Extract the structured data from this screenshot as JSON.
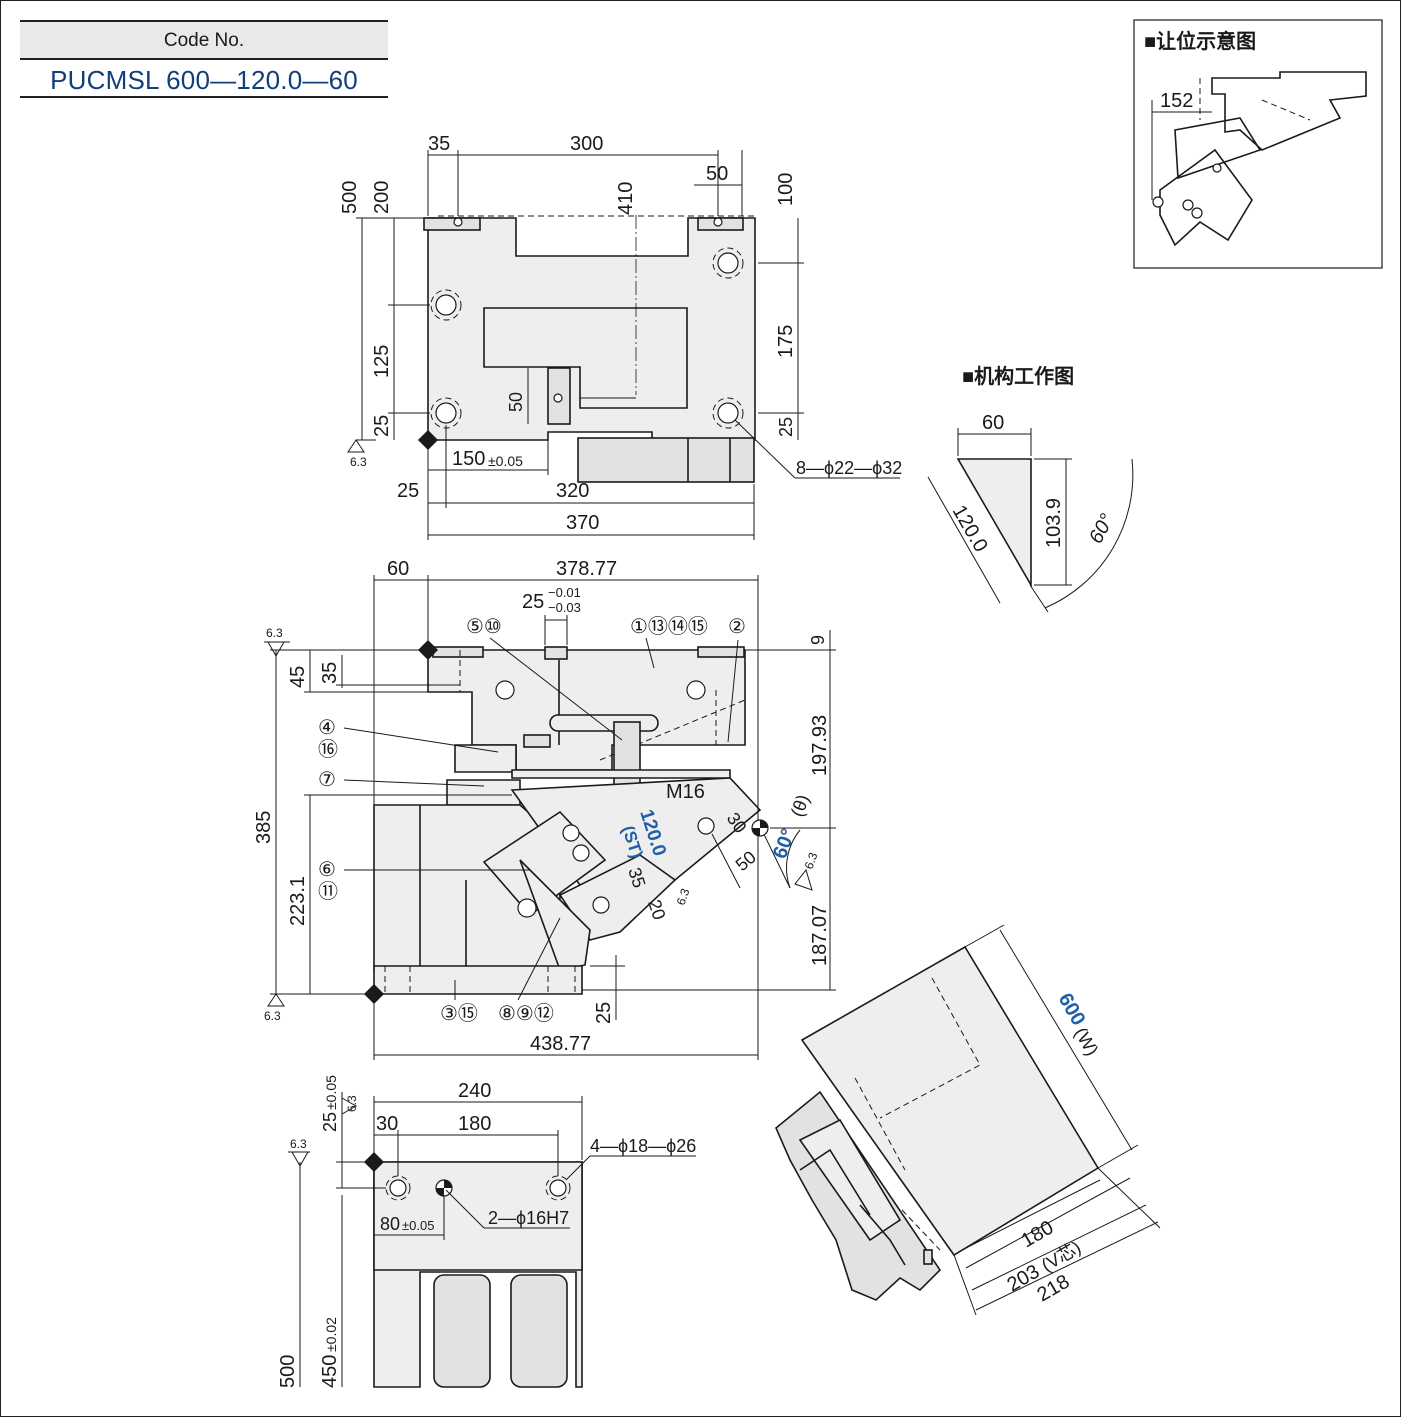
{
  "header": {
    "code_label": "Code No.",
    "code_value": "PUCMSL 600—120.0—60"
  },
  "inset_clearance": {
    "title": "■让位示意图",
    "dim": "152"
  },
  "inset_mechanism": {
    "title": "■机构工作图",
    "dims": {
      "top": "60",
      "slant": "120.0",
      "vertical": "103.9",
      "angle": "60°"
    }
  },
  "top_view": {
    "dims": {
      "d35": "35",
      "d300": "300",
      "d50a": "50",
      "d410": "410",
      "d100": "100",
      "d500": "500",
      "d200": "200",
      "d125": "125",
      "d175": "175",
      "d25l": "25",
      "d25r": "25",
      "d50v": "50",
      "d150": "150",
      "tol150": "±0.05",
      "d25b": "25",
      "d320": "320",
      "d370": "370",
      "holes": "8—ϕ22—ϕ32"
    }
  },
  "front_view": {
    "dims": {
      "d60": "60",
      "d378": "378.77",
      "d25tol": "25",
      "tol_up": "−0.01",
      "tol_dn": "−0.03",
      "d9": "9",
      "d197": "197.93",
      "d45": "45",
      "d35": "35",
      "d385": "385",
      "d223": "223.1",
      "d187": "187.07",
      "d25b": "25",
      "d438": "438.77",
      "m16": "M16",
      "st": "120.0",
      "st_label": "(ST)",
      "ang": "60°",
      "ang_theta": "(θ)",
      "d30": "30",
      "d50": "50",
      "d35s": "35",
      "d20s": "20"
    },
    "balloons": {
      "b5_10": "⑤⑩",
      "b1_13_14_15": "①⑬⑭⑮",
      "b2": "②",
      "b4": "④",
      "b16": "⑯",
      "b7": "⑦",
      "b6": "⑥",
      "b11": "⑪",
      "b3_15": "③⑮",
      "b8_9_12": "⑧⑨⑫"
    },
    "roughness": "6.3"
  },
  "bottom_view": {
    "dims": {
      "d240": "240",
      "d30": "30",
      "d180": "180",
      "d25": "25",
      "tol25": "±0.05",
      "holes": "4—ϕ18—ϕ26",
      "d80": "80",
      "tol80": "±0.05",
      "pins": "2—ϕ16H7",
      "d500": "500",
      "d450": "450",
      "tol450": "±0.02"
    }
  },
  "rotated_view": {
    "dims": {
      "w": "600",
      "w_label": "(W)",
      "d180": "180",
      "d203": "203",
      "v_label": "(V芯)",
      "d218": "218"
    }
  }
}
